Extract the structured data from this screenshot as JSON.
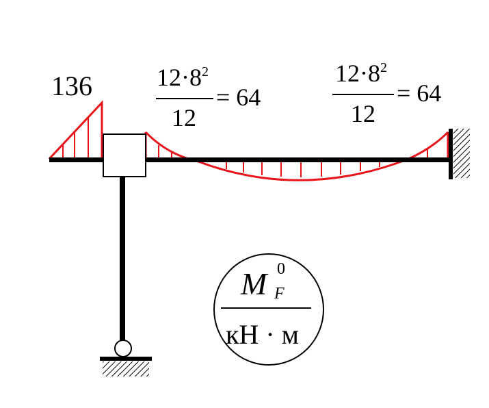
{
  "left_cantilever": {
    "value_label": "136"
  },
  "span_label_1": {
    "numerator_base": "12·8",
    "numerator_exp": "2",
    "denominator": "12",
    "result": "= 64"
  },
  "span_label_2": {
    "numerator_base": "12·8",
    "numerator_exp": "2",
    "denominator": "12",
    "result": "= 64"
  },
  "legend": {
    "symbol": "M",
    "superscript": "0",
    "subscript": "F",
    "units": "кН · м"
  },
  "colors": {
    "structure": "#000000",
    "moment_diagram": "#e8141a"
  },
  "icons": {
    "pin_support": "roller-circle-icon",
    "fixed_support": "hatched-wall-icon"
  }
}
